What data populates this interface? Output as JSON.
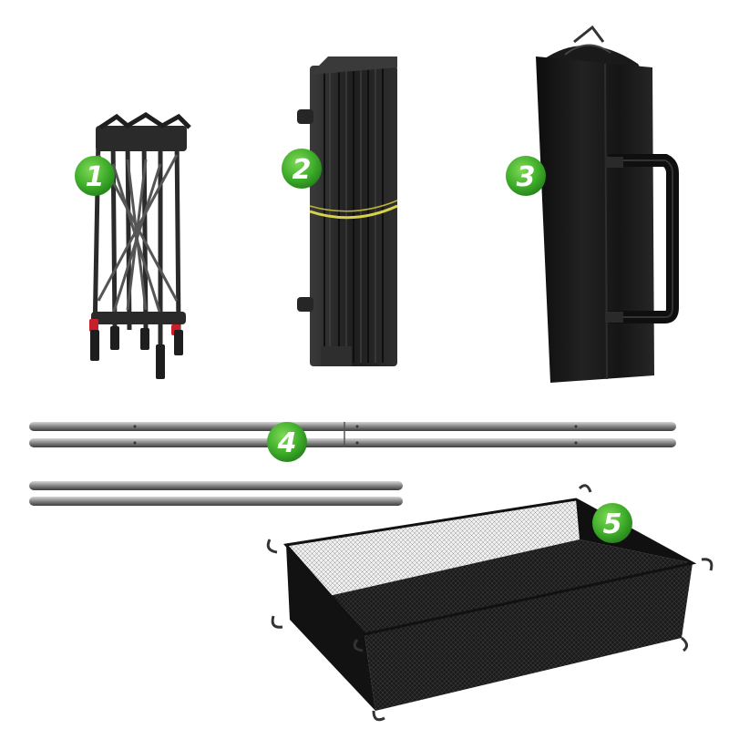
{
  "badges": [
    {
      "label": "1"
    },
    {
      "label": "2"
    },
    {
      "label": "3"
    },
    {
      "label": "4"
    },
    {
      "label": "5"
    }
  ],
  "colors": {
    "badge_green": "#3fae2a",
    "metal_dark": "#2b2b2b",
    "metal_light": "#9a9a9a",
    "bag_black": "#141414",
    "strap_yellow": "#d8d24a",
    "accent_red": "#c8202a"
  }
}
